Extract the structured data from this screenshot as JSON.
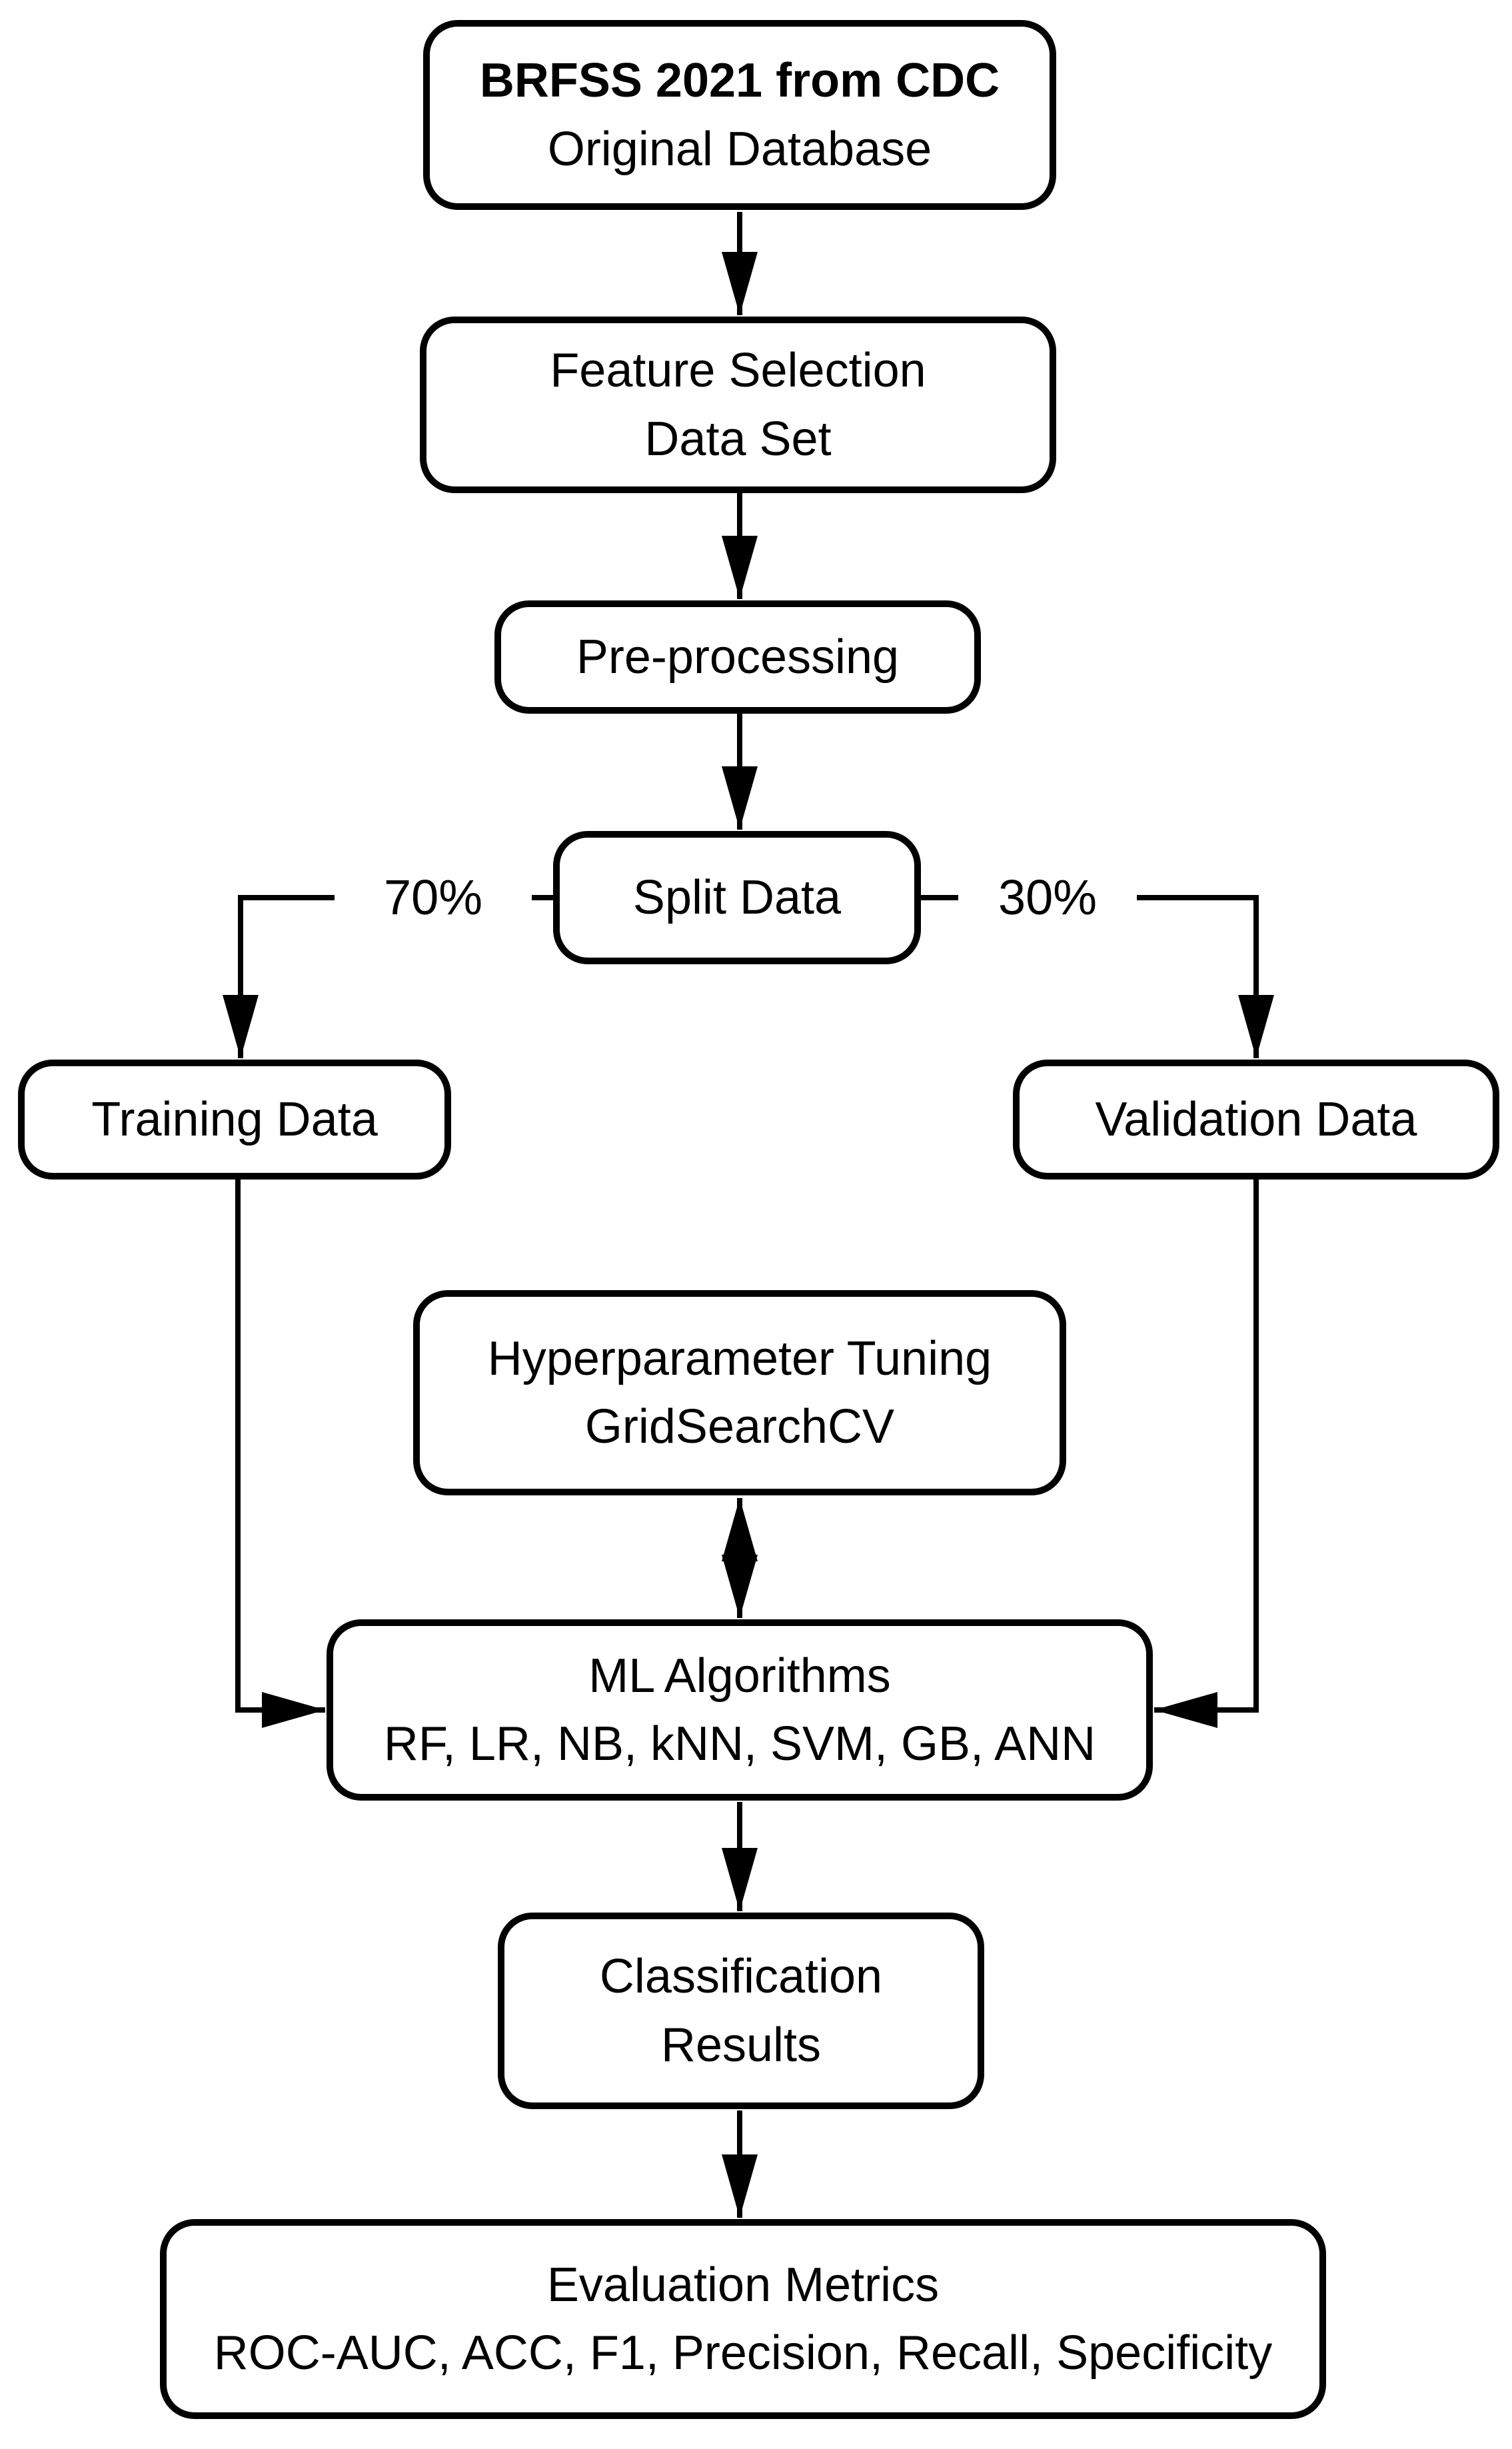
{
  "diagram": {
    "title": "Machine learning workflow flowchart",
    "colors": {
      "stroke": "#000000",
      "background": "#ffffff",
      "text": "#000000"
    },
    "nodes": {
      "brfss": {
        "line1": "BRFSS 2021 from CDC",
        "line2": "Original Database"
      },
      "feature": {
        "line1": "Feature Selection",
        "line2": "Data Set"
      },
      "preprocessing": {
        "line1": "Pre-processing"
      },
      "split": {
        "line1": "Split Data"
      },
      "training": {
        "line1": "Training Data"
      },
      "validation": {
        "line1": "Validation Data"
      },
      "hyperparameter": {
        "line1": "Hyperparameter Tuning",
        "line2": "GridSearchCV"
      },
      "ml": {
        "line1": "ML Algorithms",
        "line2": "RF, LR, NB, kNN, SVM, GB, ANN"
      },
      "classification": {
        "line1": "Classification",
        "line2": "Results"
      },
      "evaluation": {
        "line1": "Evaluation Metrics",
        "line2": "ROC-AUC, ACC, F1, Precision, Recall, Specificity"
      }
    },
    "edge_labels": {
      "train_split": "70%",
      "validation_split": "30%"
    }
  }
}
